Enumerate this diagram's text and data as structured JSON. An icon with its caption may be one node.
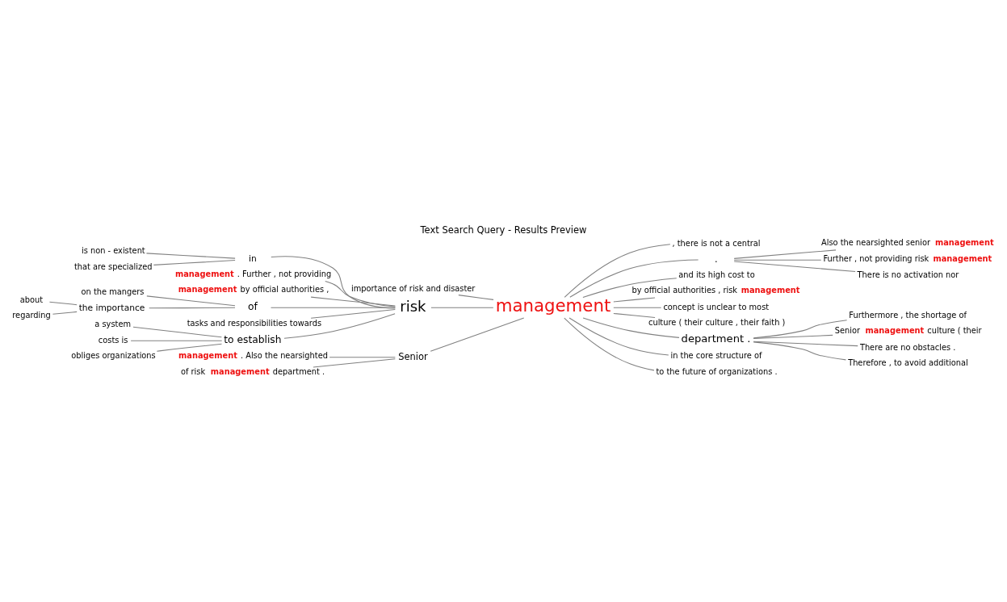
{
  "diagram": {
    "title": "Text Search Query - Results Preview",
    "nodes": [
      {
        "text": [
          "importance of risk and disaster"
        ]
      },
      {
        "text": [
          "is non - existent"
        ]
      },
      {
        "text": [
          "that are specialized"
        ]
      },
      {
        "text": [
          "in"
        ]
      },
      {
        "text": [
          "**management** . Further , not providing"
        ]
      },
      {
        "text": [
          "**management** by official authorities ,"
        ]
      },
      {
        "text": [
          "on the mangers"
        ]
      },
      {
        "text": [
          "about"
        ]
      },
      {
        "text": [
          "regarding"
        ]
      },
      {
        "text": [
          "the importance"
        ]
      },
      {
        "text": [
          "of"
        ]
      },
      {
        "text": [
          "tasks and responsibilities towards"
        ]
      },
      {
        "text": [
          "a system"
        ]
      },
      {
        "text": [
          "costs is"
        ]
      },
      {
        "text": [
          "obliges organizations"
        ]
      },
      {
        "text": [
          "to establish"
        ]
      },
      {
        "text": [
          "risk"
        ]
      },
      {
        "text": [
          "**management** . Also the nearsighted"
        ]
      },
      {
        "text": [
          "of risk **management** department ."
        ]
      },
      {
        "text": [
          "Senior"
        ]
      },
      {
        "text": [
          "management"
        ]
      },
      {
        "text": [
          ", there is not a central"
        ]
      },
      {
        "text": [
          "."
        ]
      },
      {
        "text": [
          "Also the nearsighted senior **management**"
        ]
      },
      {
        "text": [
          "Further , not providing risk **management**"
        ]
      },
      {
        "text": [
          "There is no activation nor"
        ]
      },
      {
        "text": [
          "and its high cost to"
        ]
      },
      {
        "text": [
          "by official authorities , risk **management**"
        ]
      },
      {
        "text": [
          "concept is unclear to most"
        ]
      },
      {
        "text": [
          "culture ( their culture , their faith )"
        ]
      },
      {
        "text": [
          "department ."
        ]
      },
      {
        "text": [
          "Furthermore , the shortage of"
        ]
      },
      {
        "text": [
          "Senior **management** culture ( their"
        ]
      },
      {
        "text": [
          "There are no obstacles ."
        ]
      },
      {
        "text": [
          "Therefore , to avoid additional"
        ]
      },
      {
        "text": [
          "in the core structure of"
        ]
      },
      {
        "text": [
          "to the future of organizations ."
        ]
      }
    ],
    "edges": [
      {
        "from": 0,
        "to": 20,
        "arrow": "none"
      },
      {
        "from": 1,
        "to": 3,
        "arrow": "none"
      },
      {
        "from": 2,
        "to": 3,
        "arrow": "none"
      },
      {
        "from": 3,
        "to": 16,
        "arrow": "none"
      },
      {
        "from": 4,
        "to": 16,
        "arrow": "none"
      },
      {
        "from": 5,
        "to": 16,
        "arrow": "none"
      },
      {
        "from": 6,
        "to": 10,
        "arrow": "none"
      },
      {
        "from": 7,
        "to": 9,
        "arrow": "none"
      },
      {
        "from": 8,
        "to": 9,
        "arrow": "none"
      },
      {
        "from": 9,
        "to": 10,
        "arrow": "none"
      },
      {
        "from": 10,
        "to": 16,
        "arrow": "none"
      },
      {
        "from": 11,
        "to": 16,
        "arrow": "none"
      },
      {
        "from": 12,
        "to": 15,
        "arrow": "none"
      },
      {
        "from": 13,
        "to": 15,
        "arrow": "none"
      },
      {
        "from": 14,
        "to": 15,
        "arrow": "none"
      },
      {
        "from": 15,
        "to": 16,
        "arrow": "none"
      },
      {
        "from": 16,
        "to": 20,
        "arrow": "none"
      },
      {
        "from": 17,
        "to": 19,
        "arrow": "none"
      },
      {
        "from": 18,
        "to": 19,
        "arrow": "none"
      },
      {
        "from": 19,
        "to": 20,
        "arrow": "none"
      },
      {
        "from": 20,
        "to": 21,
        "arrow": "none"
      },
      {
        "from": 20,
        "to": 22,
        "arrow": "none"
      },
      {
        "from": 22,
        "to": 23,
        "arrow": "none"
      },
      {
        "from": 22,
        "to": 24,
        "arrow": "none"
      },
      {
        "from": 22,
        "to": 25,
        "arrow": "none"
      },
      {
        "from": 20,
        "to": 26,
        "arrow": "none"
      },
      {
        "from": 20,
        "to": 27,
        "arrow": "none"
      },
      {
        "from": 20,
        "to": 28,
        "arrow": "none"
      },
      {
        "from": 20,
        "to": 29,
        "arrow": "none"
      },
      {
        "from": 20,
        "to": 30,
        "arrow": "none"
      },
      {
        "from": 30,
        "to": 31,
        "arrow": "none"
      },
      {
        "from": 30,
        "to": 32,
        "arrow": "none"
      },
      {
        "from": 30,
        "to": 33,
        "arrow": "none"
      },
      {
        "from": 30,
        "to": 34,
        "arrow": "none"
      },
      {
        "from": 20,
        "to": 35,
        "arrow": "none"
      },
      {
        "from": 20,
        "to": 36,
        "arrow": "none"
      }
    ]
  }
}
